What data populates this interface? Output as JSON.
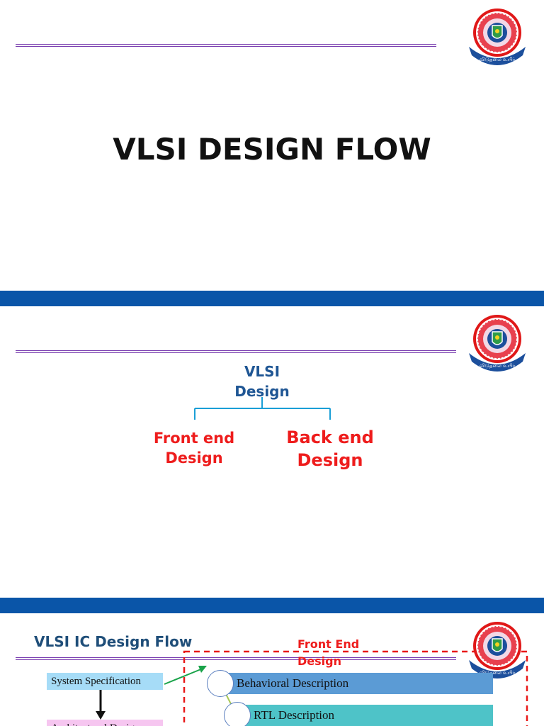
{
  "slide1": {
    "title": "VLSI DESIGN FLOW"
  },
  "slide2": {
    "root": [
      "VLSI",
      "Design"
    ],
    "front": [
      "Front end",
      "Design"
    ],
    "back": [
      "Back end",
      "Design"
    ]
  },
  "slide3": {
    "title": "VLSI IC Design Flow",
    "front_end_label": [
      "Front End",
      "Design"
    ],
    "left_boxes": [
      "System Specification",
      "Architectural Design"
    ],
    "steps": [
      "Behavioral Description",
      "RTL Description"
    ]
  },
  "logo": {
    "text": "விடுதலை உயிர்",
    "colors": {
      "ring": "#e01818",
      "bg": "#1c4f9c",
      "inner": "#f2d8e6",
      "banner": "#1c4f9c"
    }
  },
  "colors": {
    "band": "#0a55a8",
    "rule": "#7a3fb0",
    "tree_line": "#1a9fd6",
    "step_bar_1": "#5b9bd5",
    "step_bar_2": "#4ec3c8",
    "box_spec": "#a6dcf7",
    "box_arch": "#f6c6f0",
    "dashed_red": "#e81818",
    "arrow_green": "#1aa34a"
  }
}
